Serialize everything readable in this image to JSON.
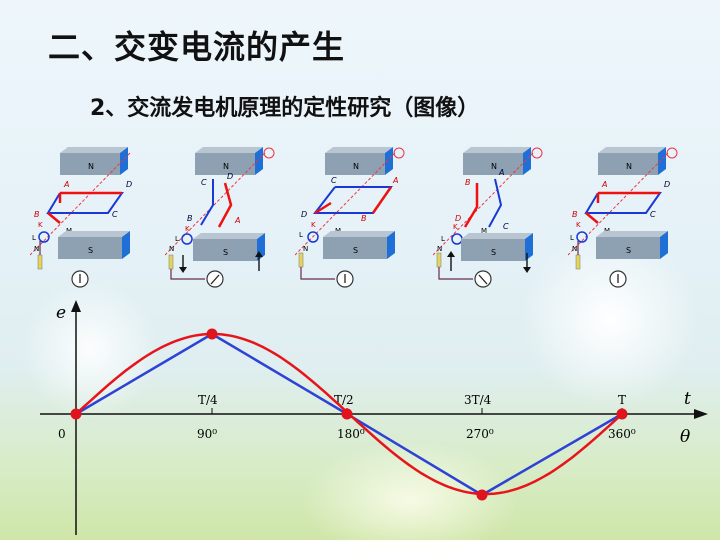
{
  "slide": {
    "title": "二、交变电流的产生",
    "subtitle": "2、交流发电机原理的定性研究（图像）"
  },
  "generators": [
    {
      "labels": {
        "top_left": "A",
        "top_right": "D",
        "bottom_left": "B",
        "bottom_right": "C",
        "k": "K",
        "l": "L",
        "m": "M",
        "n": "N",
        "pole_top": "N",
        "pole_bottom": "S"
      }
    },
    {
      "labels": {
        "top_left": "C",
        "top_right": "D",
        "bottom_left": "B",
        "bottom_right": "A",
        "k": "K",
        "l": "L",
        "m": "M",
        "n": "N",
        "pole_top": "N",
        "pole_bottom": "S"
      }
    },
    {
      "labels": {
        "top_left": "C",
        "top_right": "A",
        "bottom_left": "D",
        "bottom_right": "B",
        "k": "K",
        "l": "L",
        "m": "M",
        "n": "N",
        "pole_top": "N",
        "pole_bottom": "S"
      }
    },
    {
      "labels": {
        "top_left": "B",
        "top_right": "A",
        "bottom_left": "D",
        "bottom_right": "C",
        "k": "K",
        "l": "L",
        "m": "M",
        "n": "N",
        "pole_top": "N",
        "pole_bottom": "S"
      }
    },
    {
      "labels": {
        "top_left": "A",
        "top_right": "D",
        "bottom_left": "B",
        "bottom_right": "C",
        "k": "K",
        "l": "L",
        "m": "M",
        "n": "N",
        "pole_top": "N",
        "pole_bottom": "S"
      }
    }
  ],
  "graph": {
    "y_axis_label": "e",
    "t_axis_label": "t",
    "theta_axis_label": "θ",
    "t_ticks": [
      "T/4",
      "T/2",
      "3T/4",
      "T"
    ],
    "theta_ticks": [
      "0",
      "90⁰",
      "180⁰",
      "270⁰",
      "360⁰"
    ],
    "colors": {
      "sine": "#e8141c",
      "linear": "#2d43d6",
      "points": "#e0141c"
    }
  }
}
